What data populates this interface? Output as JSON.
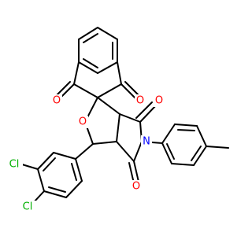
{
  "molecule": {
    "atoms": [
      {
        "id": "O_ketone_left",
        "symbol": "O",
        "color": "#ff0000"
      },
      {
        "id": "O_ketone_right",
        "symbol": "O",
        "color": "#ff0000"
      },
      {
        "id": "O_ring",
        "symbol": "O",
        "color": "#ff0000"
      },
      {
        "id": "O_imide_top",
        "symbol": "O",
        "color": "#ff0000"
      },
      {
        "id": "O_imide_bottom",
        "symbol": "O",
        "color": "#ff0000"
      },
      {
        "id": "N_imide",
        "symbol": "N",
        "color": "#0000ff"
      },
      {
        "id": "Cl_upper",
        "symbol": "Cl",
        "color": "#00b000"
      },
      {
        "id": "Cl_lower",
        "symbol": "Cl",
        "color": "#00b000"
      }
    ],
    "bond_color": "#000000"
  }
}
